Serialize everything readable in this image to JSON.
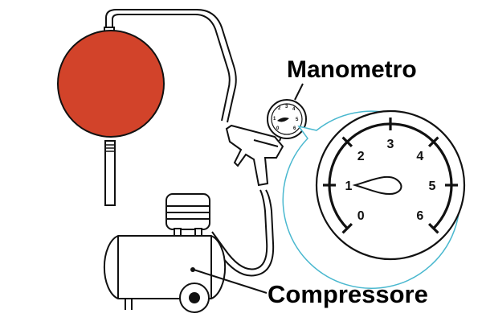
{
  "labels": {
    "manometer": "Manometro",
    "compressor": "Compressore"
  },
  "gauge": {
    "ticks": [
      "0",
      "1",
      "2",
      "3",
      "4",
      "5",
      "6"
    ],
    "needle_value": 1
  },
  "colors": {
    "balloon": "#d2432a",
    "callout": "#4ab8cf",
    "line": "#111111"
  }
}
